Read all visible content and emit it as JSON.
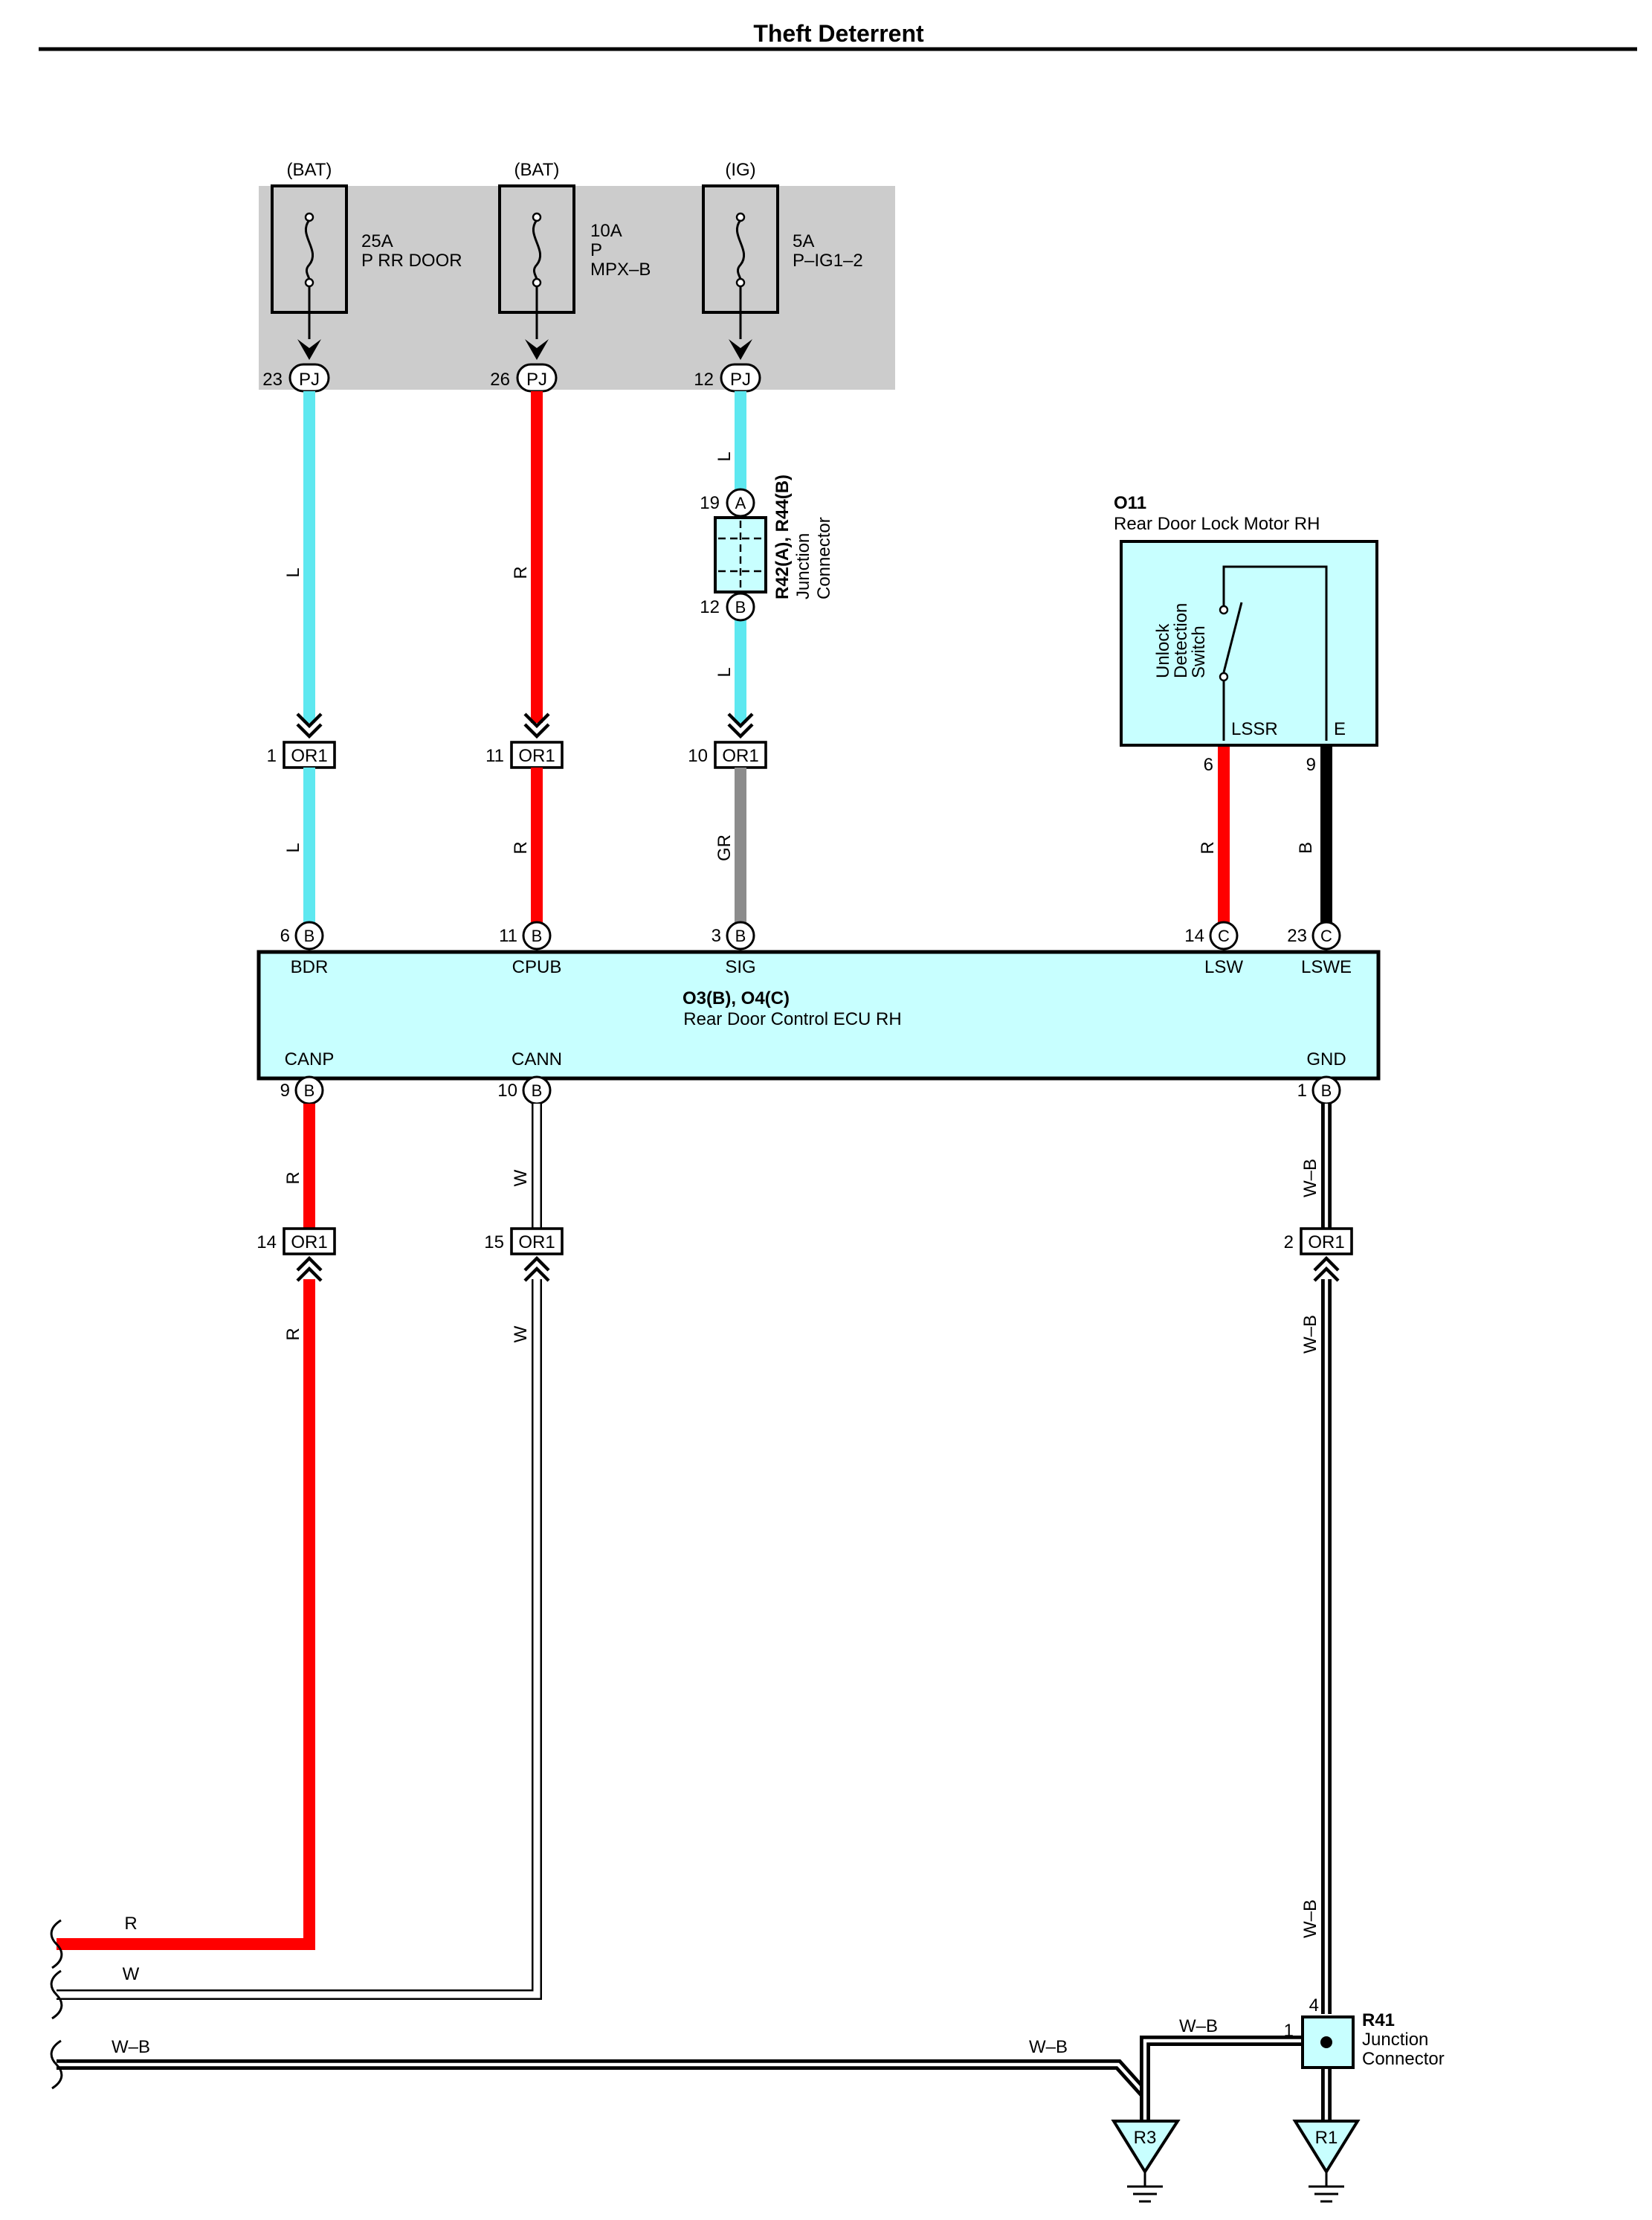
{
  "title": "Theft Deterrent",
  "colors": {
    "L": "#5ee8f0",
    "R": "#ff0000",
    "GR": "#8c8c8c",
    "B": "#000000",
    "W": "#ffffff",
    "box_fill": "#c8ffff",
    "fuse_panel": "#cccccc"
  },
  "fuses": [
    {
      "source": "(BAT)",
      "rating": "25A",
      "name1": "P RR DOOR",
      "name2": "",
      "pin": "23",
      "conn": "PJ"
    },
    {
      "source": "(BAT)",
      "rating": "10A",
      "name1": "P",
      "name2": "MPX–B",
      "pin": "26",
      "conn": "PJ"
    },
    {
      "source": "(IG)",
      "rating": "5A",
      "name1": "P–IG1–2",
      "name2": "",
      "pin": "12",
      "conn": "PJ"
    }
  ],
  "junction_r42": {
    "id": "R42(A), R44(B)",
    "line1": "Junction",
    "line2": "Connector",
    "pin_top": "19",
    "conn_top": "A",
    "pin_bottom": "12",
    "conn_bottom": "B"
  },
  "motor": {
    "id": "O11",
    "name": "Rear Door Lock Motor RH",
    "switch1": "Unlock",
    "switch2": "Detection",
    "switch3": "Switch",
    "term1": "LSSR",
    "term2": "E",
    "pin1": "6",
    "pin2": "9"
  },
  "or1_top": [
    {
      "pin": "1",
      "conn": "OR1"
    },
    {
      "pin": "11",
      "conn": "OR1"
    },
    {
      "pin": "10",
      "conn": "OR1"
    }
  ],
  "ecu": {
    "id": "O3(B), O4(C)",
    "name": "Rear Door Control ECU RH",
    "top_pins": [
      {
        "pin": "6",
        "conn": "B",
        "term": "BDR"
      },
      {
        "pin": "11",
        "conn": "B",
        "term": "CPUB"
      },
      {
        "pin": "3",
        "conn": "B",
        "term": "SIG"
      },
      {
        "pin": "14",
        "conn": "C",
        "term": "LSW"
      },
      {
        "pin": "23",
        "conn": "C",
        "term": "LSWE"
      }
    ],
    "bottom_pins": [
      {
        "pin": "9",
        "conn": "B",
        "term": "CANP"
      },
      {
        "pin": "10",
        "conn": "B",
        "term": "CANN"
      },
      {
        "pin": "1",
        "conn": "B",
        "term": "GND"
      }
    ]
  },
  "or1_bottom": [
    {
      "pin": "14",
      "conn": "OR1"
    },
    {
      "pin": "15",
      "conn": "OR1"
    },
    {
      "pin": "2",
      "conn": "OR1"
    }
  ],
  "wire_labels": {
    "l": "L",
    "r": "R",
    "gr": "GR",
    "b": "B",
    "w": "W",
    "wb": "W–B"
  },
  "junction_r41": {
    "id": "R41",
    "line1": "Junction",
    "line2": "Connector",
    "pin_top": "4",
    "pin_left": "1"
  },
  "grounds": [
    "R3",
    "R1"
  ]
}
